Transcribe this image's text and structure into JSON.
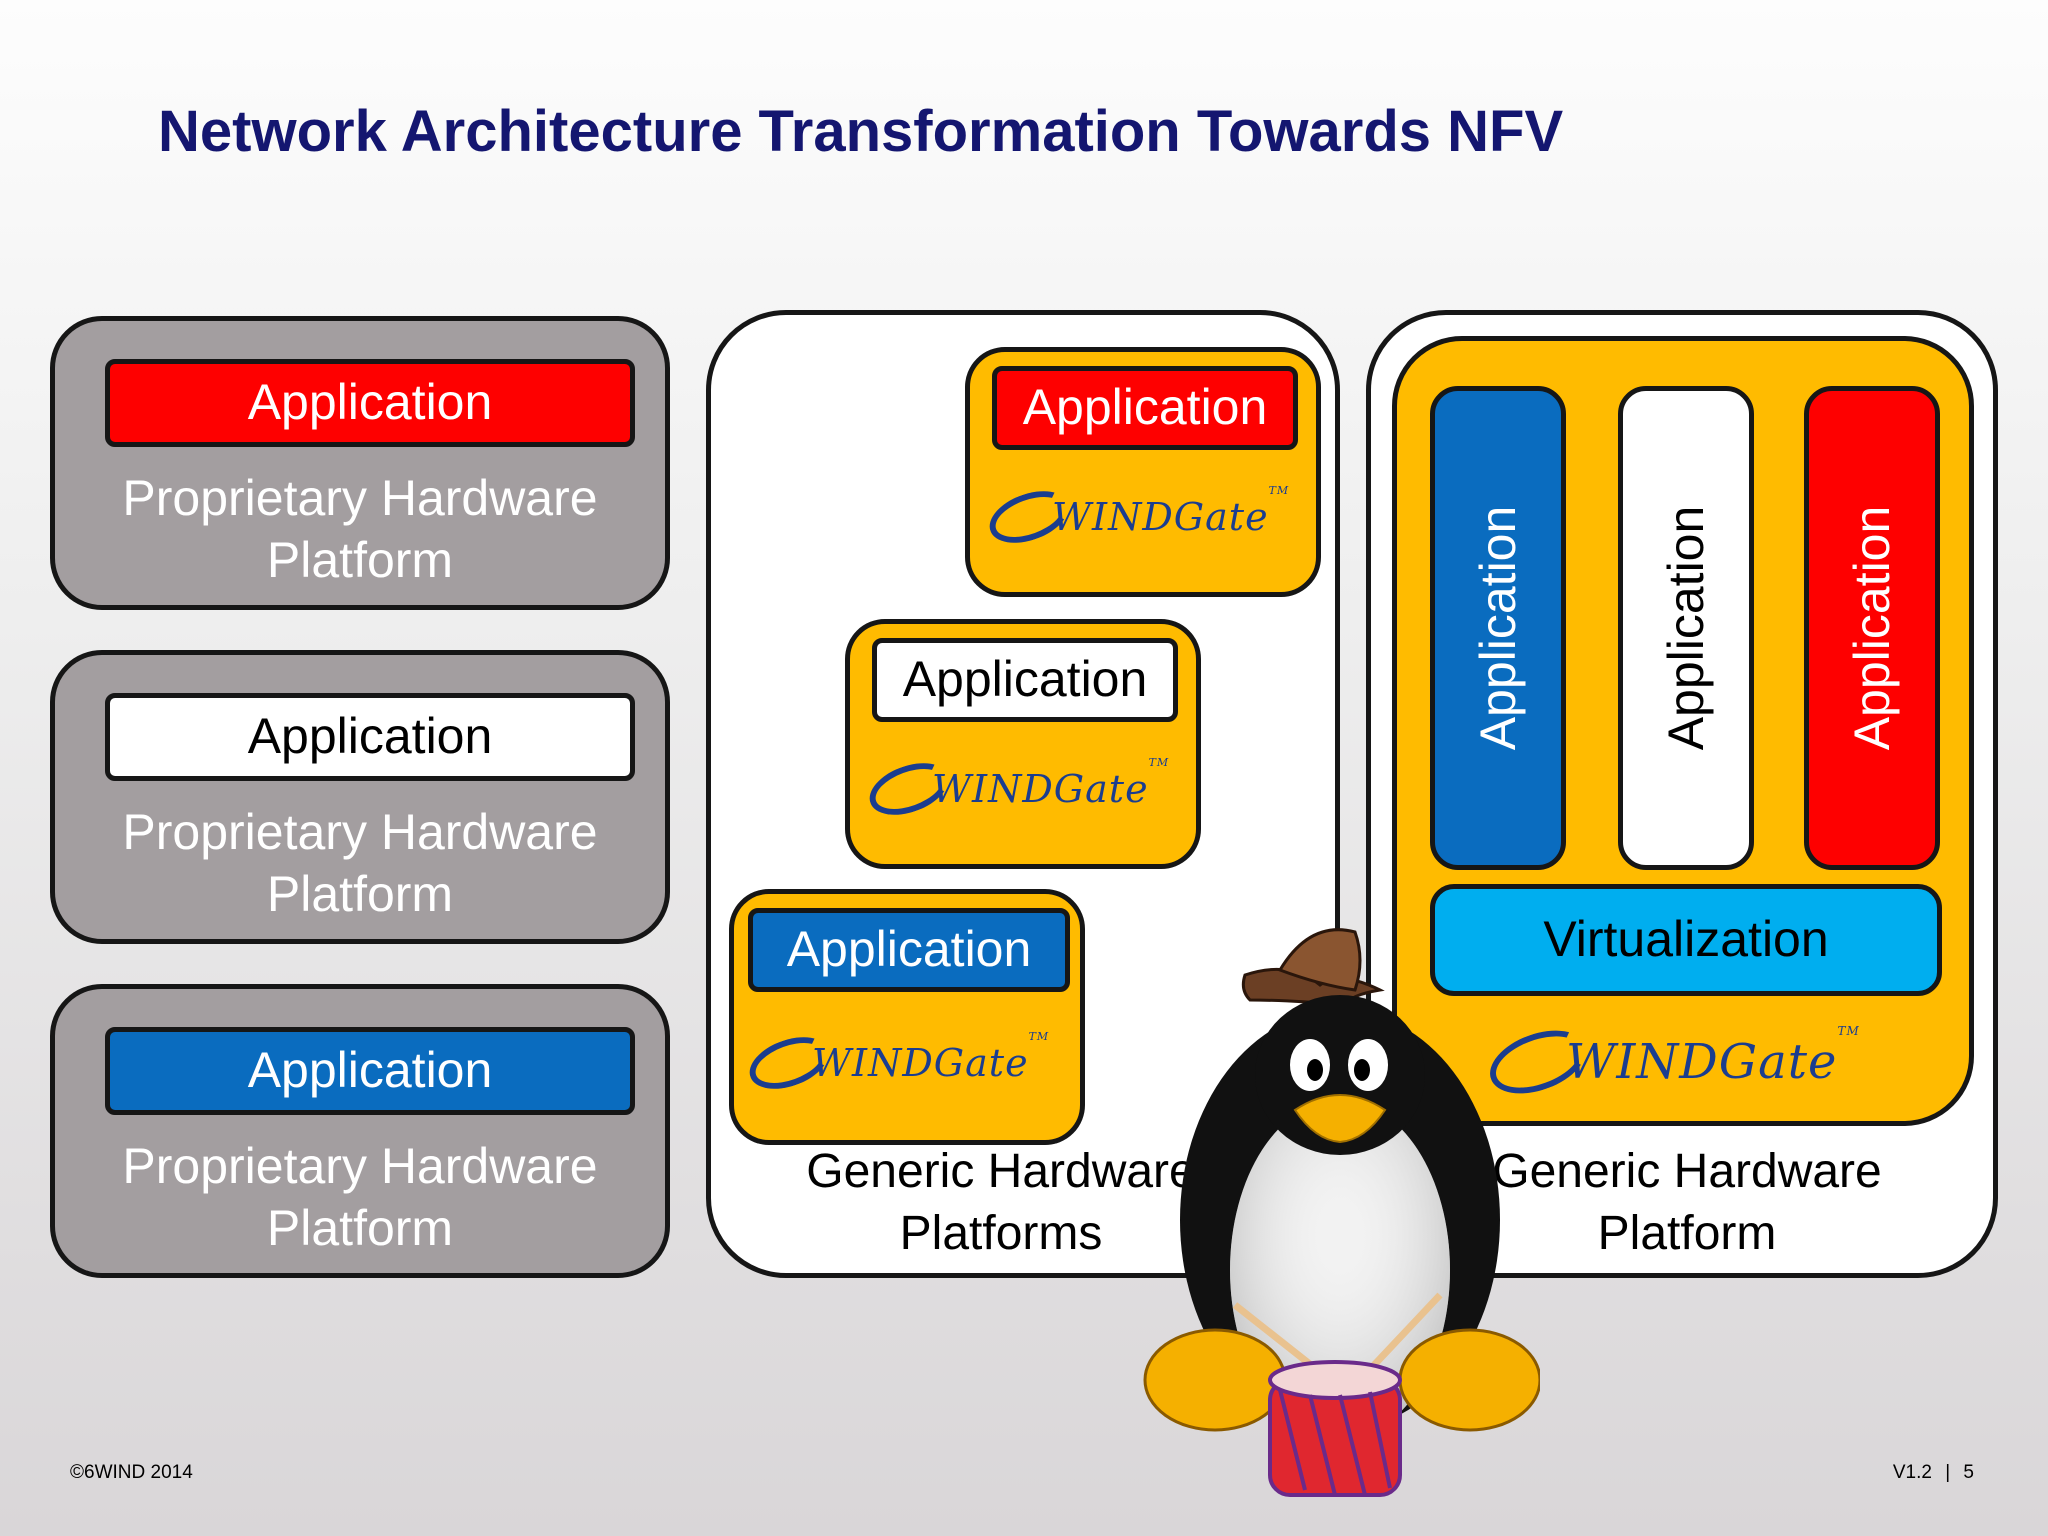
{
  "title": "Network Architecture Transformation Towards NFV",
  "left_column": {
    "boxes": [
      {
        "app_label": "Application",
        "platform_label_line1": "Proprietary Hardware",
        "platform_label_line2": "Platform"
      },
      {
        "app_label": "Application",
        "platform_label_line1": "Proprietary Hardware",
        "platform_label_line2": "Platform"
      },
      {
        "app_label": "Application",
        "platform_label_line1": "Proprietary Hardware",
        "platform_label_line2": "Platform"
      }
    ]
  },
  "middle_panel": {
    "boxes": [
      {
        "app_label": "Application",
        "logo_text": "WINDGate",
        "tm": "TM"
      },
      {
        "app_label": "Application",
        "logo_text": "WINDGate",
        "tm": "TM"
      },
      {
        "app_label": "Application",
        "logo_text": "WINDGate",
        "tm": "TM"
      }
    ],
    "label_line1": "Generic Hardware",
    "label_line2": "Platforms"
  },
  "right_panel": {
    "apps": [
      "Application",
      "Application",
      "Application"
    ],
    "virtualization_label": "Virtualization",
    "logo_text": "WINDGate",
    "tm": "TM",
    "label_line1": "Generic Hardware",
    "label_line2": "Platform"
  },
  "footer": {
    "copyright": "©6WIND 2014",
    "version": "V1.2",
    "separator": "|",
    "page_number": "5"
  },
  "colors": {
    "title": "#141670",
    "red_app": "#fe0000",
    "blue_app": "#0a6cbf",
    "white_app": "#ffffff",
    "virtualization": "#00aeef",
    "yellow_container": "#ffbb00",
    "proprietary_box": "#a39ea0"
  },
  "icons": [
    "tux-penguin-mascot-icon",
    "windgate-logo-icon"
  ]
}
